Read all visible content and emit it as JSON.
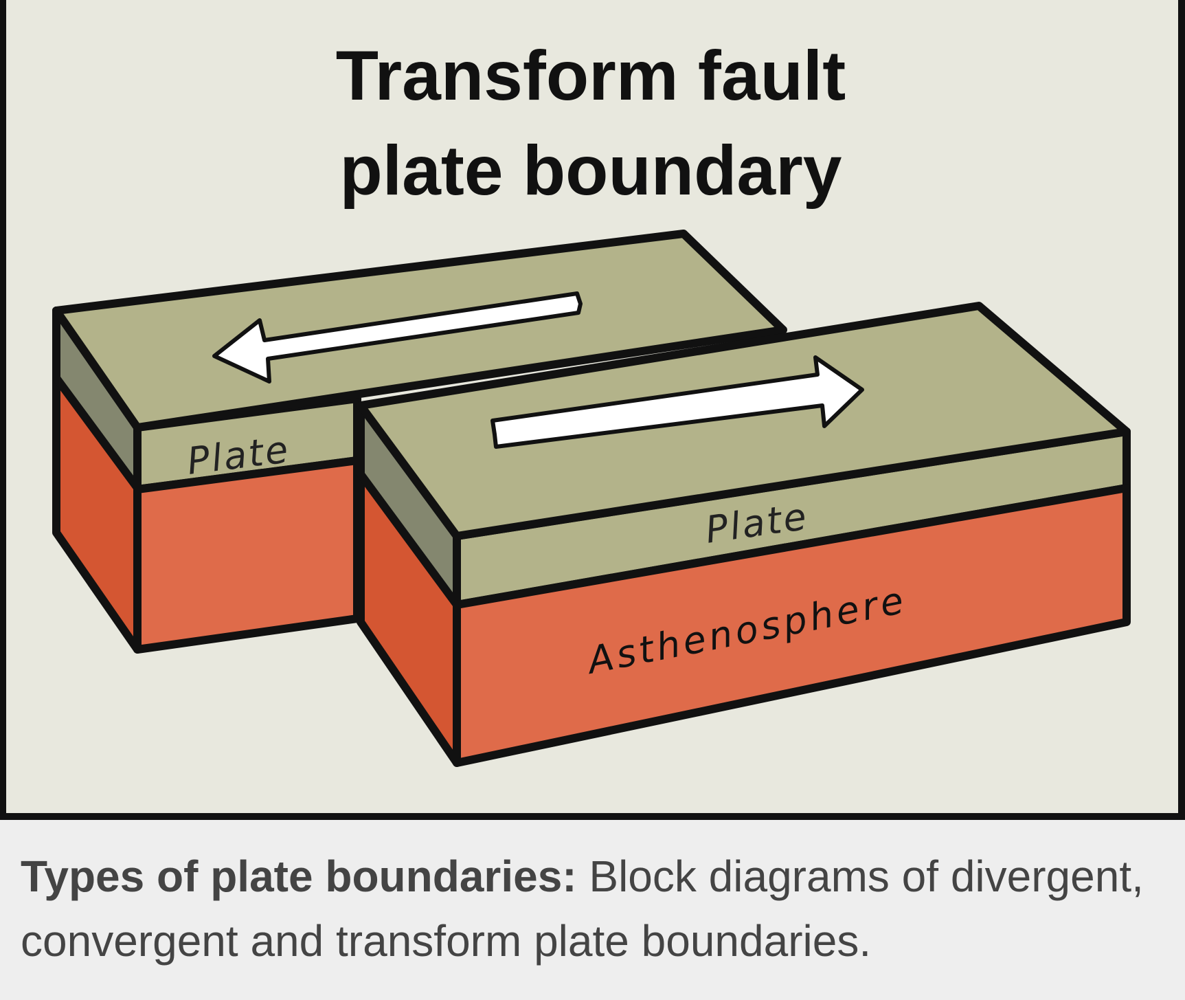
{
  "diagram": {
    "title_line1": "Transform fault",
    "title_line2": "plate boundary",
    "labels": {
      "left_plate": "Plate",
      "right_plate": "Plate",
      "asthenosphere": "Asthenosphere"
    },
    "colors": {
      "background": "#e8e8de",
      "plate_top": "#b3b38a",
      "plate_side_dark": "#84876f",
      "asthenosphere_front": "#df6b4a",
      "asthenosphere_side": "#d45632",
      "outline": "#111111",
      "arrow_fill": "#ffffff"
    }
  },
  "caption": {
    "bold": "Types of plate boundaries:",
    "text": " Block diagrams of divergent, convergent and transform plate boundaries."
  }
}
